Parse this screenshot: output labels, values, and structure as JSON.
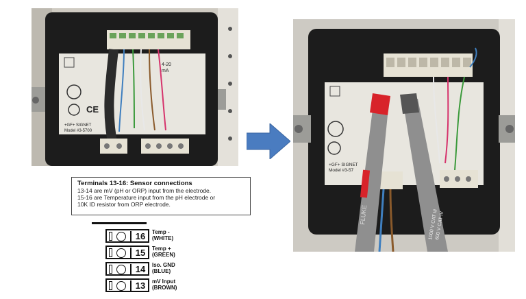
{
  "left_photo": {
    "label_4_20": "4-20",
    "label_ma": "mA",
    "brand": "+GF+ SIGNET",
    "model": "Model #3-5700",
    "mark_ce": "CE"
  },
  "right_photo": {
    "brand": "+GF+ SIGNET",
    "model": "Model #3-57",
    "probe_text_1": "1000 V CAT III",
    "probe_text_2": "600 V CAT IV",
    "probe_brand": "FLUKE"
  },
  "diagram": {
    "title": "Terminals 13-16: Sensor connections",
    "lines": [
      "13-14 are mV (pH or ORP) input from the electrode.",
      "15-16 are Temperature input from the pH electrode or",
      "10K ID resistor from ORP electrode."
    ],
    "terminals": [
      {
        "number": "16",
        "label_1": "Temp -",
        "label_2": "(WHITE)"
      },
      {
        "number": "15",
        "label_1": "Temp +",
        "label_2": "(GREEN)"
      },
      {
        "number": "14",
        "label_1": "Iso. GND",
        "label_2": "(BLUE)"
      },
      {
        "number": "13",
        "label_1": "mV Input",
        "label_2": "(BROWN)"
      }
    ]
  },
  "colors": {
    "arrow": "#4a7cc0",
    "enclosure": "#1c1c1c",
    "panel": "#e8e6df",
    "terminal_block": "#e6e2d4",
    "probe": "#8f8f8f",
    "probe_red": "#d8232a"
  }
}
